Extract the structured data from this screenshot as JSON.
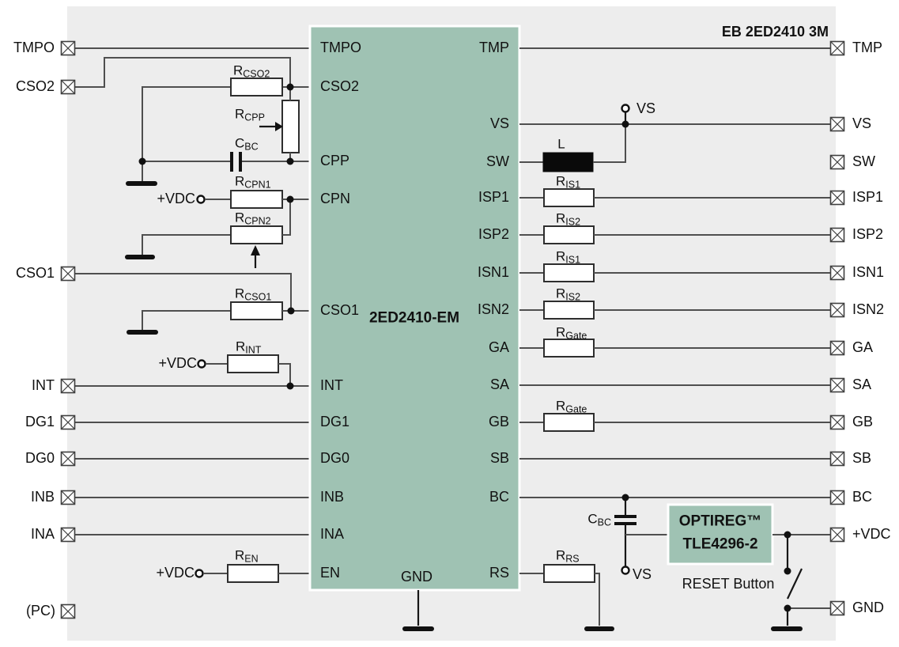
{
  "title": "EB 2ED2410 3M",
  "ic": {
    "name": "2ED2410-EM",
    "pins_left": [
      "TMPO",
      "CSO2",
      "CPP",
      "CPN",
      "CSO1",
      "INT",
      "DG1",
      "DG0",
      "INB",
      "INA",
      "EN"
    ],
    "pins_right": [
      "TMP",
      "VS",
      "SW",
      "ISP1",
      "ISP2",
      "ISN1",
      "ISN2",
      "GA",
      "SA",
      "GB",
      "SB",
      "BC",
      "RS"
    ],
    "pin_bottom": "GND"
  },
  "terminals_left": [
    "TMPO",
    "CSO2",
    "CSO1",
    "INT",
    "DG1",
    "DG0",
    "INB",
    "INA",
    "(PC)"
  ],
  "terminals_right": [
    "TMP",
    "VS",
    "SW",
    "ISP1",
    "ISP2",
    "ISN1",
    "ISN2",
    "GA",
    "SA",
    "GB",
    "SB",
    "BC",
    "+VDC",
    "GND"
  ],
  "components": {
    "r_cso2": {
      "main": "R",
      "sub": "CSO2"
    },
    "r_cpp": {
      "main": "R",
      "sub": "CPP"
    },
    "c_bc": {
      "main": "C",
      "sub": "BC"
    },
    "r_cpn1": {
      "main": "R",
      "sub": "CPN1"
    },
    "r_cpn2": {
      "main": "R",
      "sub": "CPN2"
    },
    "r_cso1": {
      "main": "R",
      "sub": "CSO1"
    },
    "r_int": {
      "main": "R",
      "sub": "INT"
    },
    "r_en": {
      "main": "R",
      "sub": "EN"
    },
    "r_is1": {
      "main": "R",
      "sub": "IS1"
    },
    "r_is2": {
      "main": "R",
      "sub": "IS2"
    },
    "r_gate": {
      "main": "R",
      "sub": "Gate"
    },
    "r_rs": {
      "main": "R",
      "sub": "RS"
    },
    "inductor": "L"
  },
  "nets": {
    "vdc": "+VDC",
    "vs": "VS"
  },
  "regulator": {
    "line1": "OPTIREG™",
    "line2": "TLE4296-2"
  },
  "reset_button_label": "RESET Button",
  "colors": {
    "panel": "#ededed",
    "ic_fill": "#9fc2b3",
    "wire": "#4f4f4f",
    "outline": "#262626",
    "text": "#111111"
  }
}
